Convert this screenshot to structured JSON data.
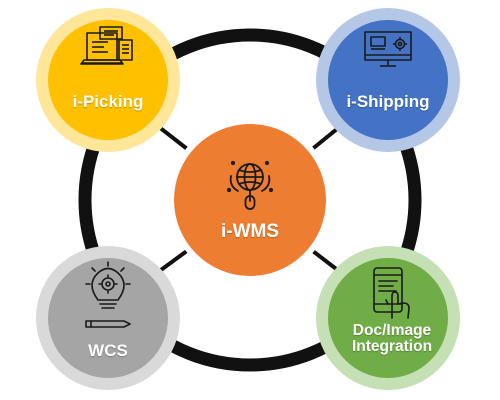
{
  "colors": {
    "ring": "#111111",
    "connector": "#111111",
    "center_fill": "#ed7d31",
    "center_halo": "#ffffff",
    "icon_stroke": "#1a1a1a",
    "picking_fill": "#ffc000",
    "picking_halo": "#ffe699",
    "shipping_fill": "#4472c4",
    "shipping_halo": "#b4c7e7",
    "wcs_fill": "#a5a5a5",
    "wcs_halo": "#d9d9d9",
    "doc_fill": "#70ad47",
    "doc_halo": "#c5e0b4"
  },
  "center": {
    "label": "i-WMS",
    "icon": "globe-cursor-icon"
  },
  "nodes": {
    "picking": {
      "label": "i-Picking",
      "icon": "laptop-clipboard-icon"
    },
    "shipping": {
      "label": "i-Shipping",
      "icon": "monitor-gear-icon"
    },
    "wcs": {
      "label": "WCS",
      "icon": "lightbulb-gear-pencil-icon"
    },
    "doc": {
      "label_line1": "Doc/Image",
      "label_line2": "Integration",
      "icon": "tablet-hand-icon"
    }
  }
}
